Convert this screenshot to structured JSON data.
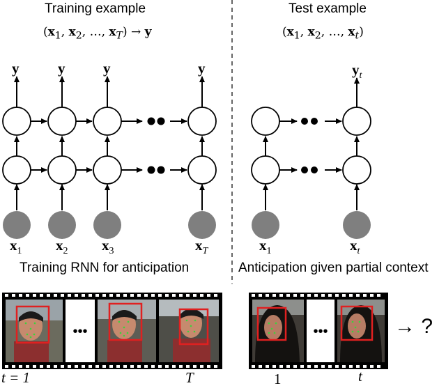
{
  "left_panel": {
    "title": "Training example",
    "formula": "(x₁, x₂, …, x_T) → y",
    "caption": "Training RNN for anticipation",
    "outputs": [
      "y",
      "y",
      "y",
      "y"
    ],
    "inputs": [
      {
        "base": "x",
        "sub": "1"
      },
      {
        "base": "x",
        "sub": "2"
      },
      {
        "base": "x",
        "sub": "3"
      },
      {
        "base": "x",
        "sub": "T"
      }
    ],
    "time_labels": {
      "start": "t = 1",
      "end": "T"
    },
    "ellipsis": "•••"
  },
  "right_panel": {
    "title": "Test example",
    "formula": "(x₁, x₂, …, xₜ)",
    "caption": "Anticipation given partial context",
    "output": {
      "base": "y",
      "sub": "t"
    },
    "inputs": [
      {
        "base": "x",
        "sub": "1"
      },
      {
        "base": "x",
        "sub": "t"
      }
    ],
    "time_labels": {
      "start": "1",
      "end": "t"
    },
    "ellipsis": "•••",
    "question": "→ ?"
  },
  "colors": {
    "frame_red": "#e02020",
    "node_gray": "#7f7f7f",
    "film": "#000000",
    "landmark": "#3cd23c"
  }
}
